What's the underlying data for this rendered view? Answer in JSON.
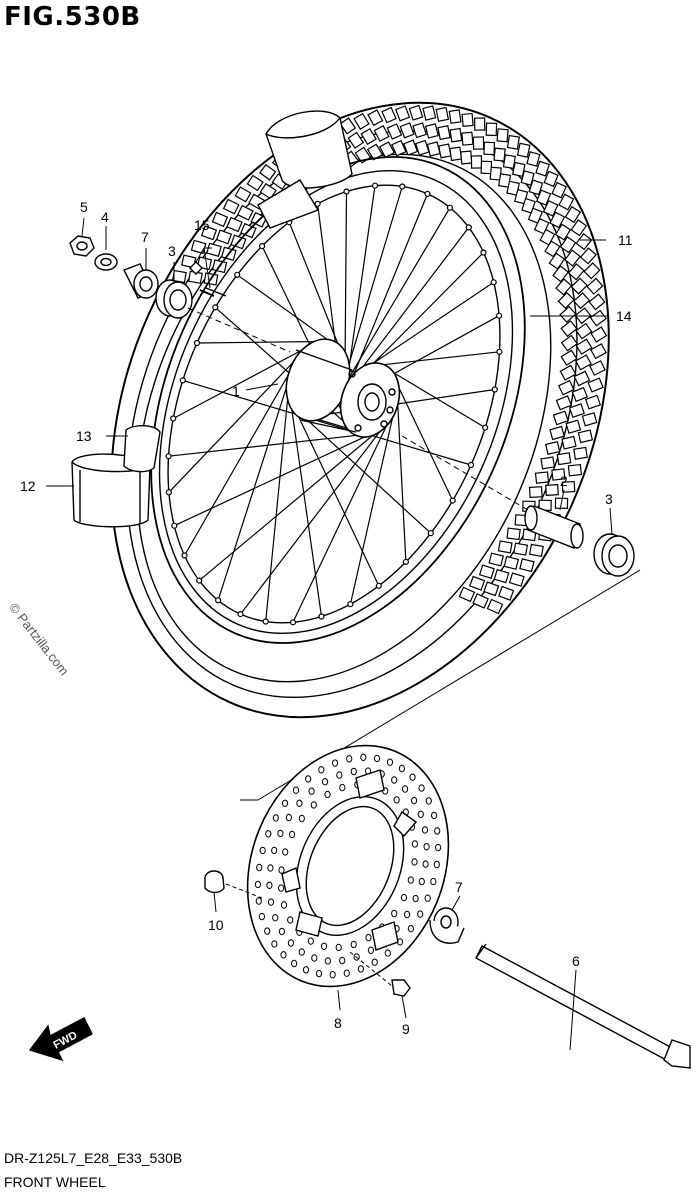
{
  "figure": {
    "title": "FIG.530B",
    "model_code": "DR-Z125L7_E28_E33_530B",
    "name": "FRONT WHEEL",
    "watermark": "© Partzilla.com",
    "fwd_label": "FWD"
  },
  "callouts": [
    {
      "id": "c1",
      "label": "1"
    },
    {
      "id": "c2",
      "label": "2"
    },
    {
      "id": "c3a",
      "label": "3"
    },
    {
      "id": "c3b",
      "label": "3"
    },
    {
      "id": "c4",
      "label": "4"
    },
    {
      "id": "c5",
      "label": "5"
    },
    {
      "id": "c6",
      "label": "6"
    },
    {
      "id": "c7a",
      "label": "7"
    },
    {
      "id": "c7b",
      "label": "7"
    },
    {
      "id": "c8",
      "label": "8"
    },
    {
      "id": "c9",
      "label": "9"
    },
    {
      "id": "c10",
      "label": "10"
    },
    {
      "id": "c11",
      "label": "11"
    },
    {
      "id": "c12",
      "label": "12"
    },
    {
      "id": "c13",
      "label": "13"
    },
    {
      "id": "c14",
      "label": "14"
    },
    {
      "id": "c15",
      "label": "15"
    }
  ]
}
